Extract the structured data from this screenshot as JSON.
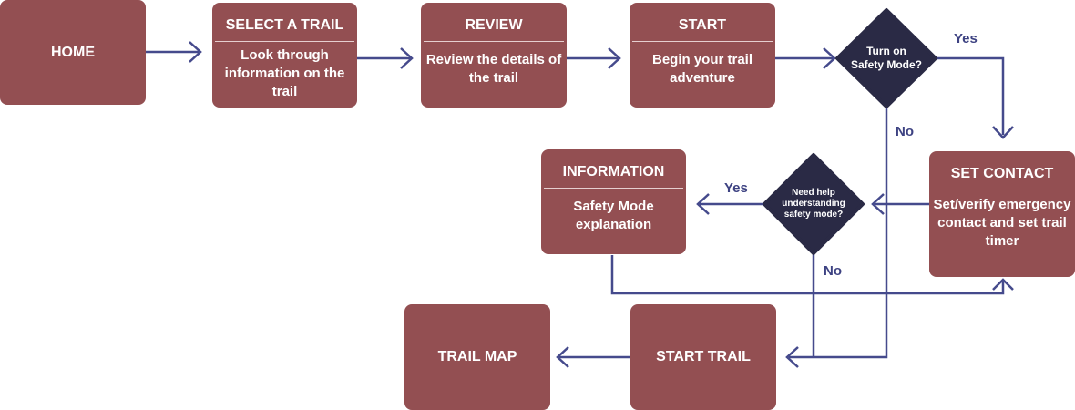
{
  "colors": {
    "box": "#934f52",
    "decision": "#2a2a45",
    "arrow": "#454a8c"
  },
  "nodes": {
    "home": {
      "label": "HOME"
    },
    "select_trail": {
      "title": "SELECT A TRAIL",
      "desc": "Look through information on the trail"
    },
    "review": {
      "title": "REVIEW",
      "desc": "Review the details of the trail"
    },
    "start": {
      "title": "START",
      "desc": "Begin your trail adventure"
    },
    "safety_decision": {
      "label": "Turn on Safety Mode?"
    },
    "set_contact": {
      "title": "SET CONTACT",
      "desc": "Set/verify emergency contact and set trail timer"
    },
    "help_decision": {
      "label": "Need help understanding safety mode?"
    },
    "information": {
      "title": "INFORMATION",
      "desc": "Safety Mode explanation"
    },
    "start_trail": {
      "label": "START TRAIL"
    },
    "trail_map": {
      "label": "TRAIL MAP"
    }
  },
  "edge_labels": {
    "safety_yes": "Yes",
    "safety_no": "No",
    "help_yes": "Yes",
    "help_no": "No"
  }
}
